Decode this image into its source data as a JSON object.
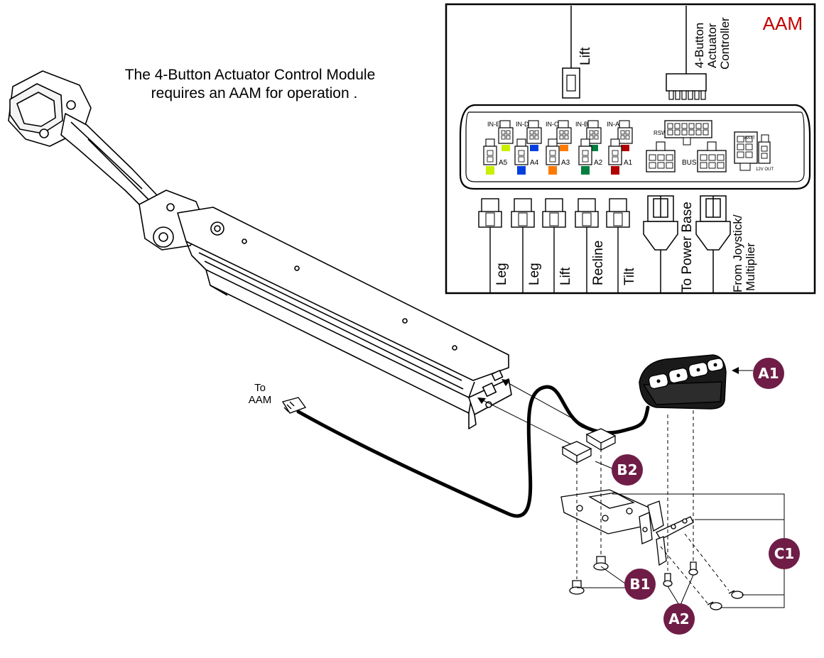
{
  "note": {
    "line1": "The 4-Button Actuator Control Module",
    "line2": "requires an AAM for operation ."
  },
  "aam_box": {
    "title": "AAM",
    "title_color": "#c00000",
    "top_lift_label": "Lift",
    "controller_label_lines": [
      "4-Button",
      "Actuator",
      "Controller"
    ],
    "in_ports": [
      {
        "label": "IN-E",
        "color": "#c8f000"
      },
      {
        "label": "IN-D",
        "color": "#0040e0"
      },
      {
        "label": "IN-C",
        "color": "#ff7a00"
      },
      {
        "label": "IN-B",
        "color": "#008040"
      },
      {
        "label": "IN-A",
        "color": "#b00000"
      }
    ],
    "out_ports": [
      {
        "label": "A5",
        "color": "#c8f000"
      },
      {
        "label": "A4",
        "color": "#0040e0"
      },
      {
        "label": "A3",
        "color": "#ff7a00"
      },
      {
        "label": "A2",
        "color": "#008040"
      },
      {
        "label": "A1",
        "color": "#b00000"
      }
    ],
    "rsw_label": "RSW",
    "bus_label": "BUS",
    "batt_label": "BATT",
    "out12_label": "12V OUT",
    "bottom_labels": [
      "Leg",
      "Leg",
      "Lift",
      "Recline",
      "Tilt"
    ],
    "power_base_label": "To Power Base",
    "joystick_label_lines": [
      "From Joystick/",
      "Multiplier"
    ]
  },
  "to_aam": {
    "line1": "To",
    "line2": "AAM"
  },
  "callouts": [
    {
      "id": "A1",
      "text": "A1"
    },
    {
      "id": "B2",
      "text": "B2"
    },
    {
      "id": "C1",
      "text": "C1"
    },
    {
      "id": "B1",
      "text": "B1"
    },
    {
      "id": "A2",
      "text": "A2"
    }
  ],
  "colors": {
    "callout": "#6f1d46",
    "line": "#000000"
  }
}
